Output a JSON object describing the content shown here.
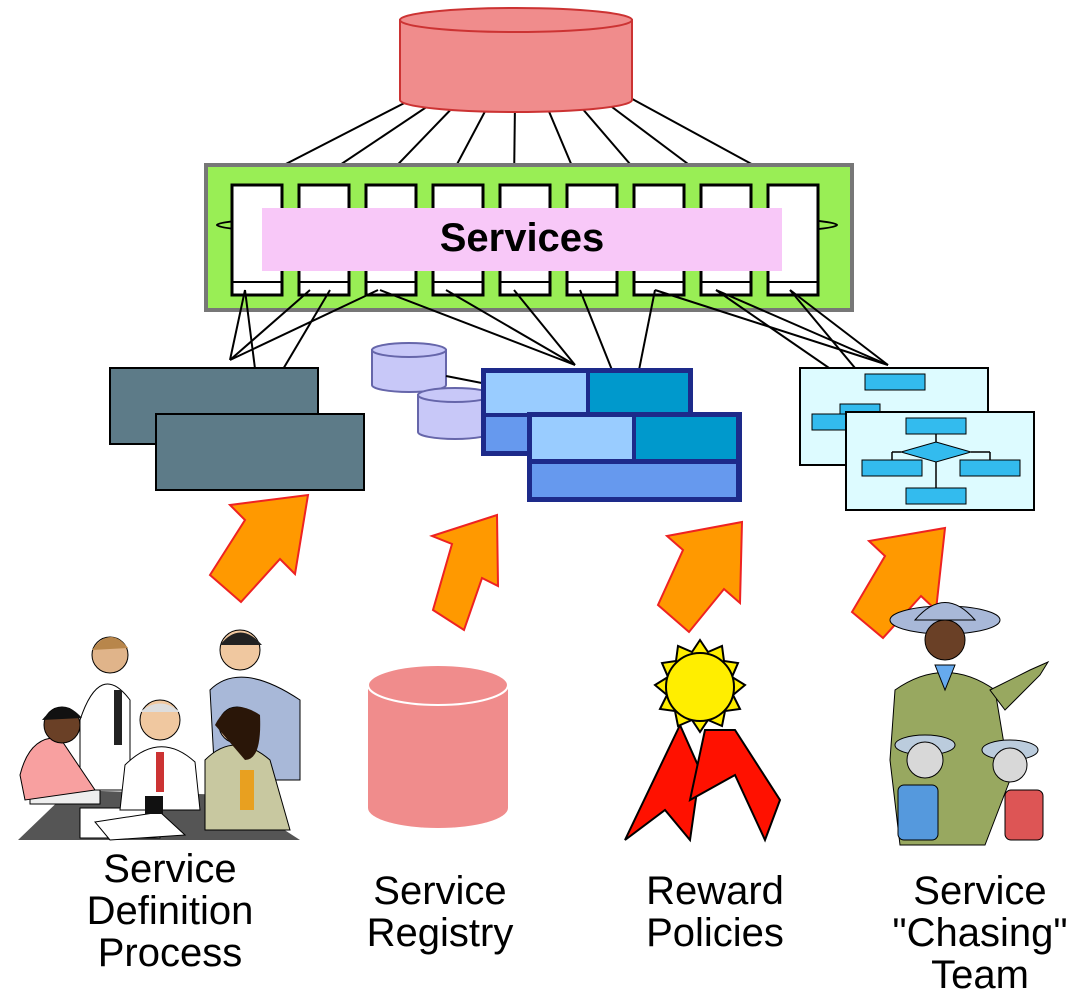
{
  "services_label": "Services",
  "captions": [
    {
      "lines": [
        "Service",
        "Definition",
        "Process"
      ]
    },
    {
      "lines": [
        "Service",
        "Registry"
      ]
    },
    {
      "lines": [
        "Reward",
        "Policies"
      ]
    },
    {
      "lines": [
        "Service",
        "\"Chasing\"",
        "Team"
      ]
    }
  ],
  "icons": [
    "database-icon",
    "team-meeting-icon",
    "award-ribbon-icon",
    "guide-with-children-icon",
    "flowchart-icon",
    "arrow-up-right-icon"
  ],
  "colors": {
    "database": "#f08c8c",
    "services_bar": "#99ee55",
    "services_label_bg": "#f8c8f8",
    "grey_box": "#5d7b88",
    "blue_window": "#1d2a8a",
    "arrow": "#ff9900",
    "flow_bg": "#ddfbff",
    "flow_shape": "#33bbee"
  }
}
